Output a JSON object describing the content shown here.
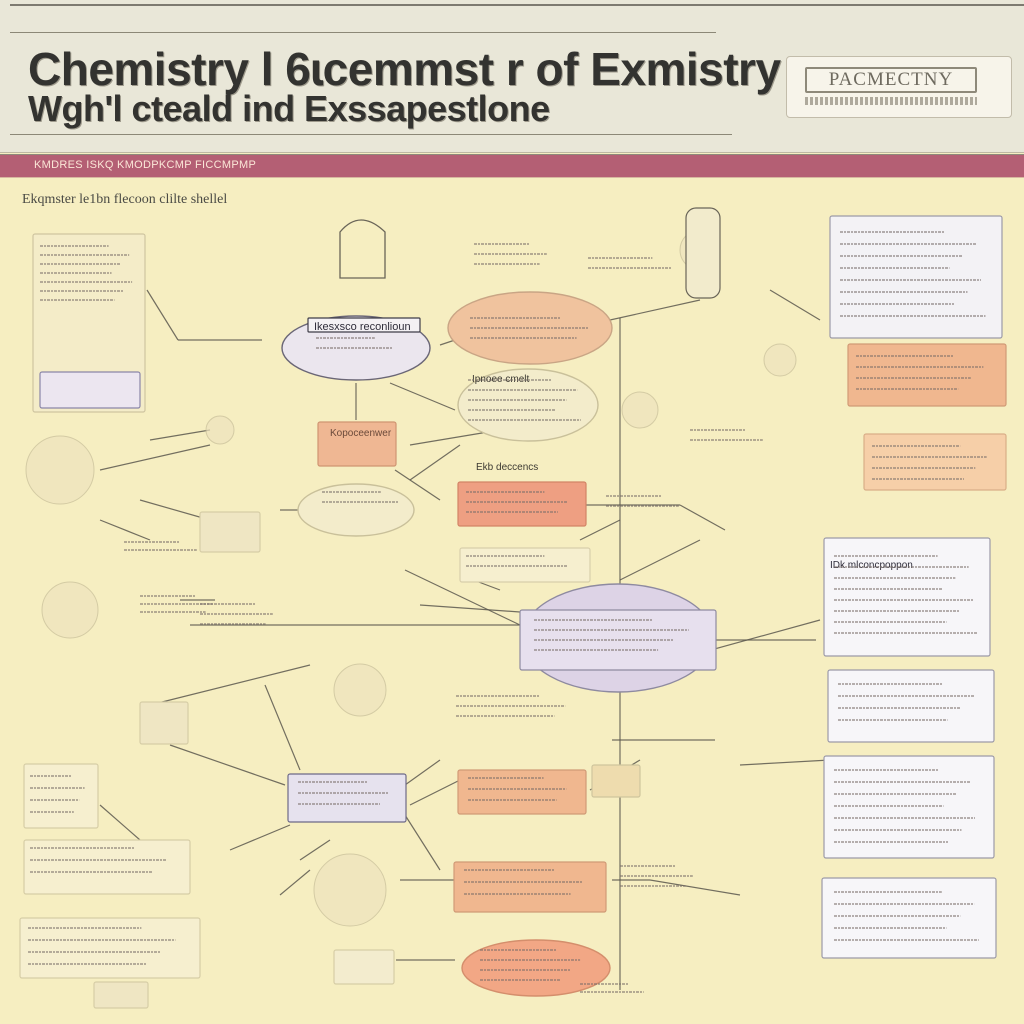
{
  "header": {
    "title_line1": "Chemistry l 6ɩcemmst r of Exmistry",
    "title_line2": "Wgh'l cteald ind Exssapestlone",
    "badge": "PACMECTNY"
  },
  "subheader": {
    "text": "KMDRES ISKQ KMODPKCMP FICCMPMP"
  },
  "section_label": "Ekqmster le1bn flecoon clilte shellel",
  "diagram": {
    "nodes": [
      {
        "id": "n-title",
        "label": "Ikesxsco reconlioun"
      },
      {
        "id": "n-label2",
        "label": "Kopoceenwer"
      },
      {
        "id": "n-label3",
        "label": "Ekb deccencs"
      },
      {
        "id": "n-label4",
        "label": "Ipnoee cmelt"
      },
      {
        "id": "n-label5",
        "label": "IDk mlconcpoppon"
      }
    ]
  },
  "colors": {
    "background": "#f6eec1",
    "header_bg": "#e9e7d8",
    "subbar": "#b45f74",
    "salmon": "#f0b78f",
    "lavender": "#ddd3e6",
    "line": "#5c584e"
  }
}
